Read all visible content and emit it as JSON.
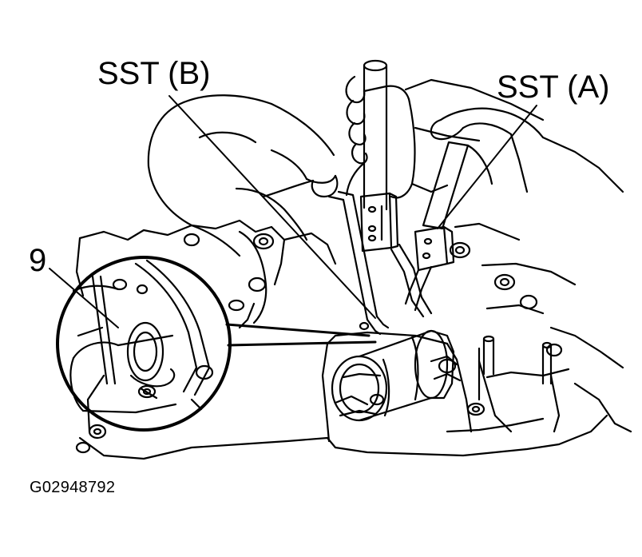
{
  "callouts": {
    "sst_b": "SST (B)",
    "sst_a": "SST (A)",
    "part_9": "9"
  },
  "figure_code": "G02948792",
  "colors": {
    "ink": "#000000",
    "paper": "#ffffff"
  }
}
